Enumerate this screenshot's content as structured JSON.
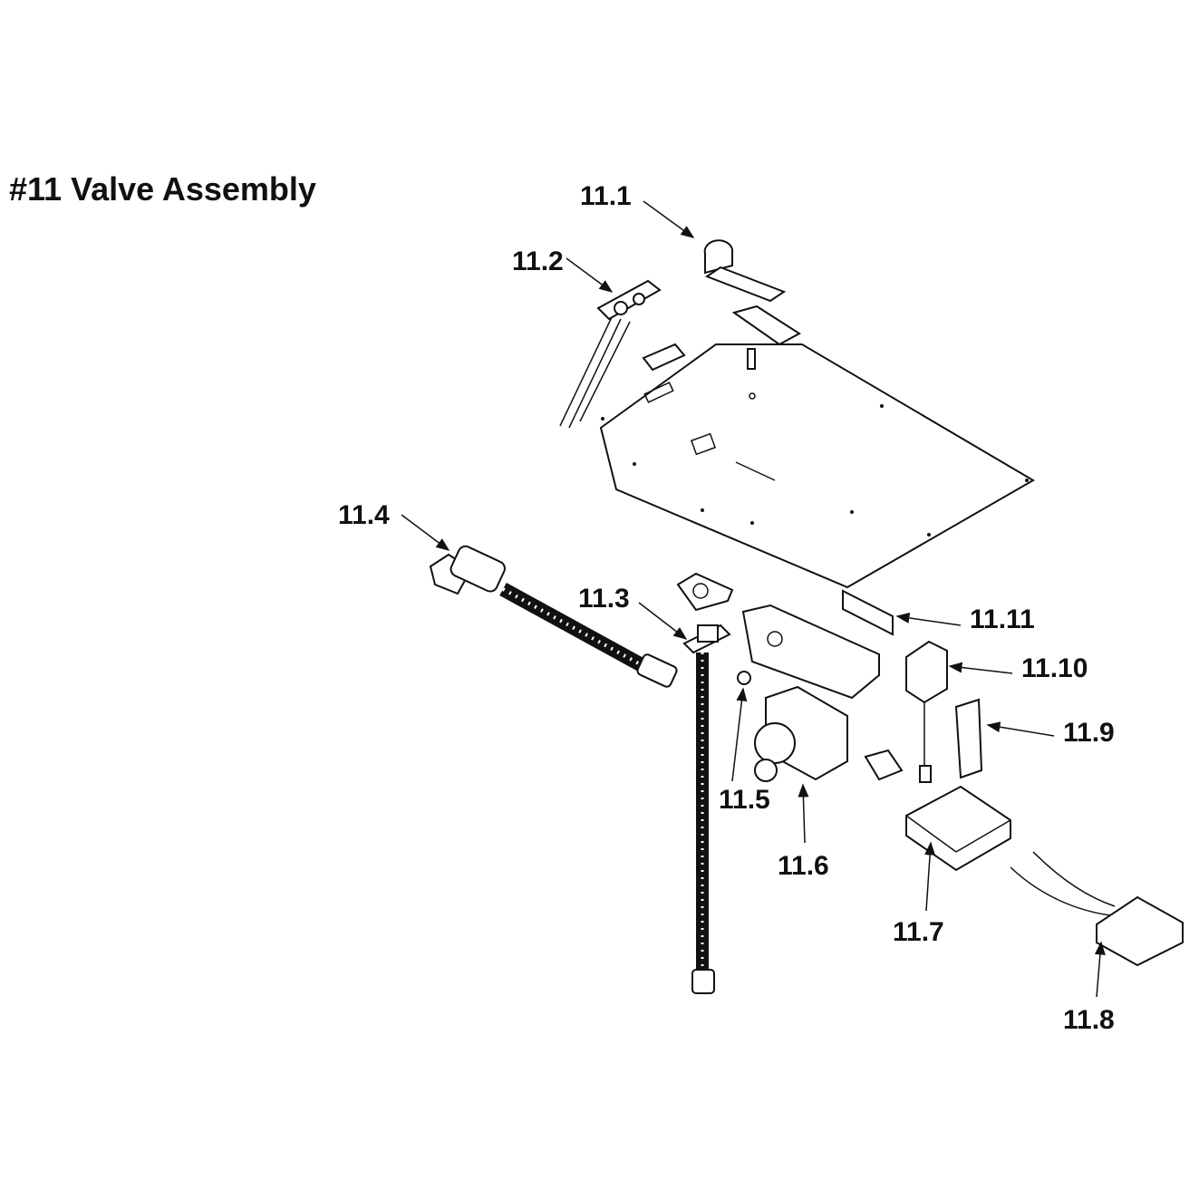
{
  "title": "#11 Valve Assembly",
  "callouts": [
    {
      "id": "11.1",
      "text": "11.1"
    },
    {
      "id": "11.2",
      "text": "11.2"
    },
    {
      "id": "11.3",
      "text": "11.3"
    },
    {
      "id": "11.4",
      "text": "11.4"
    },
    {
      "id": "11.5",
      "text": "11.5"
    },
    {
      "id": "11.6",
      "text": "11.6"
    },
    {
      "id": "11.7",
      "text": "11.7"
    },
    {
      "id": "11.8",
      "text": "11.8"
    },
    {
      "id": "11.9",
      "text": "11.9"
    },
    {
      "id": "11.10",
      "text": "11.10"
    },
    {
      "id": "11.11",
      "text": "11.11"
    }
  ]
}
